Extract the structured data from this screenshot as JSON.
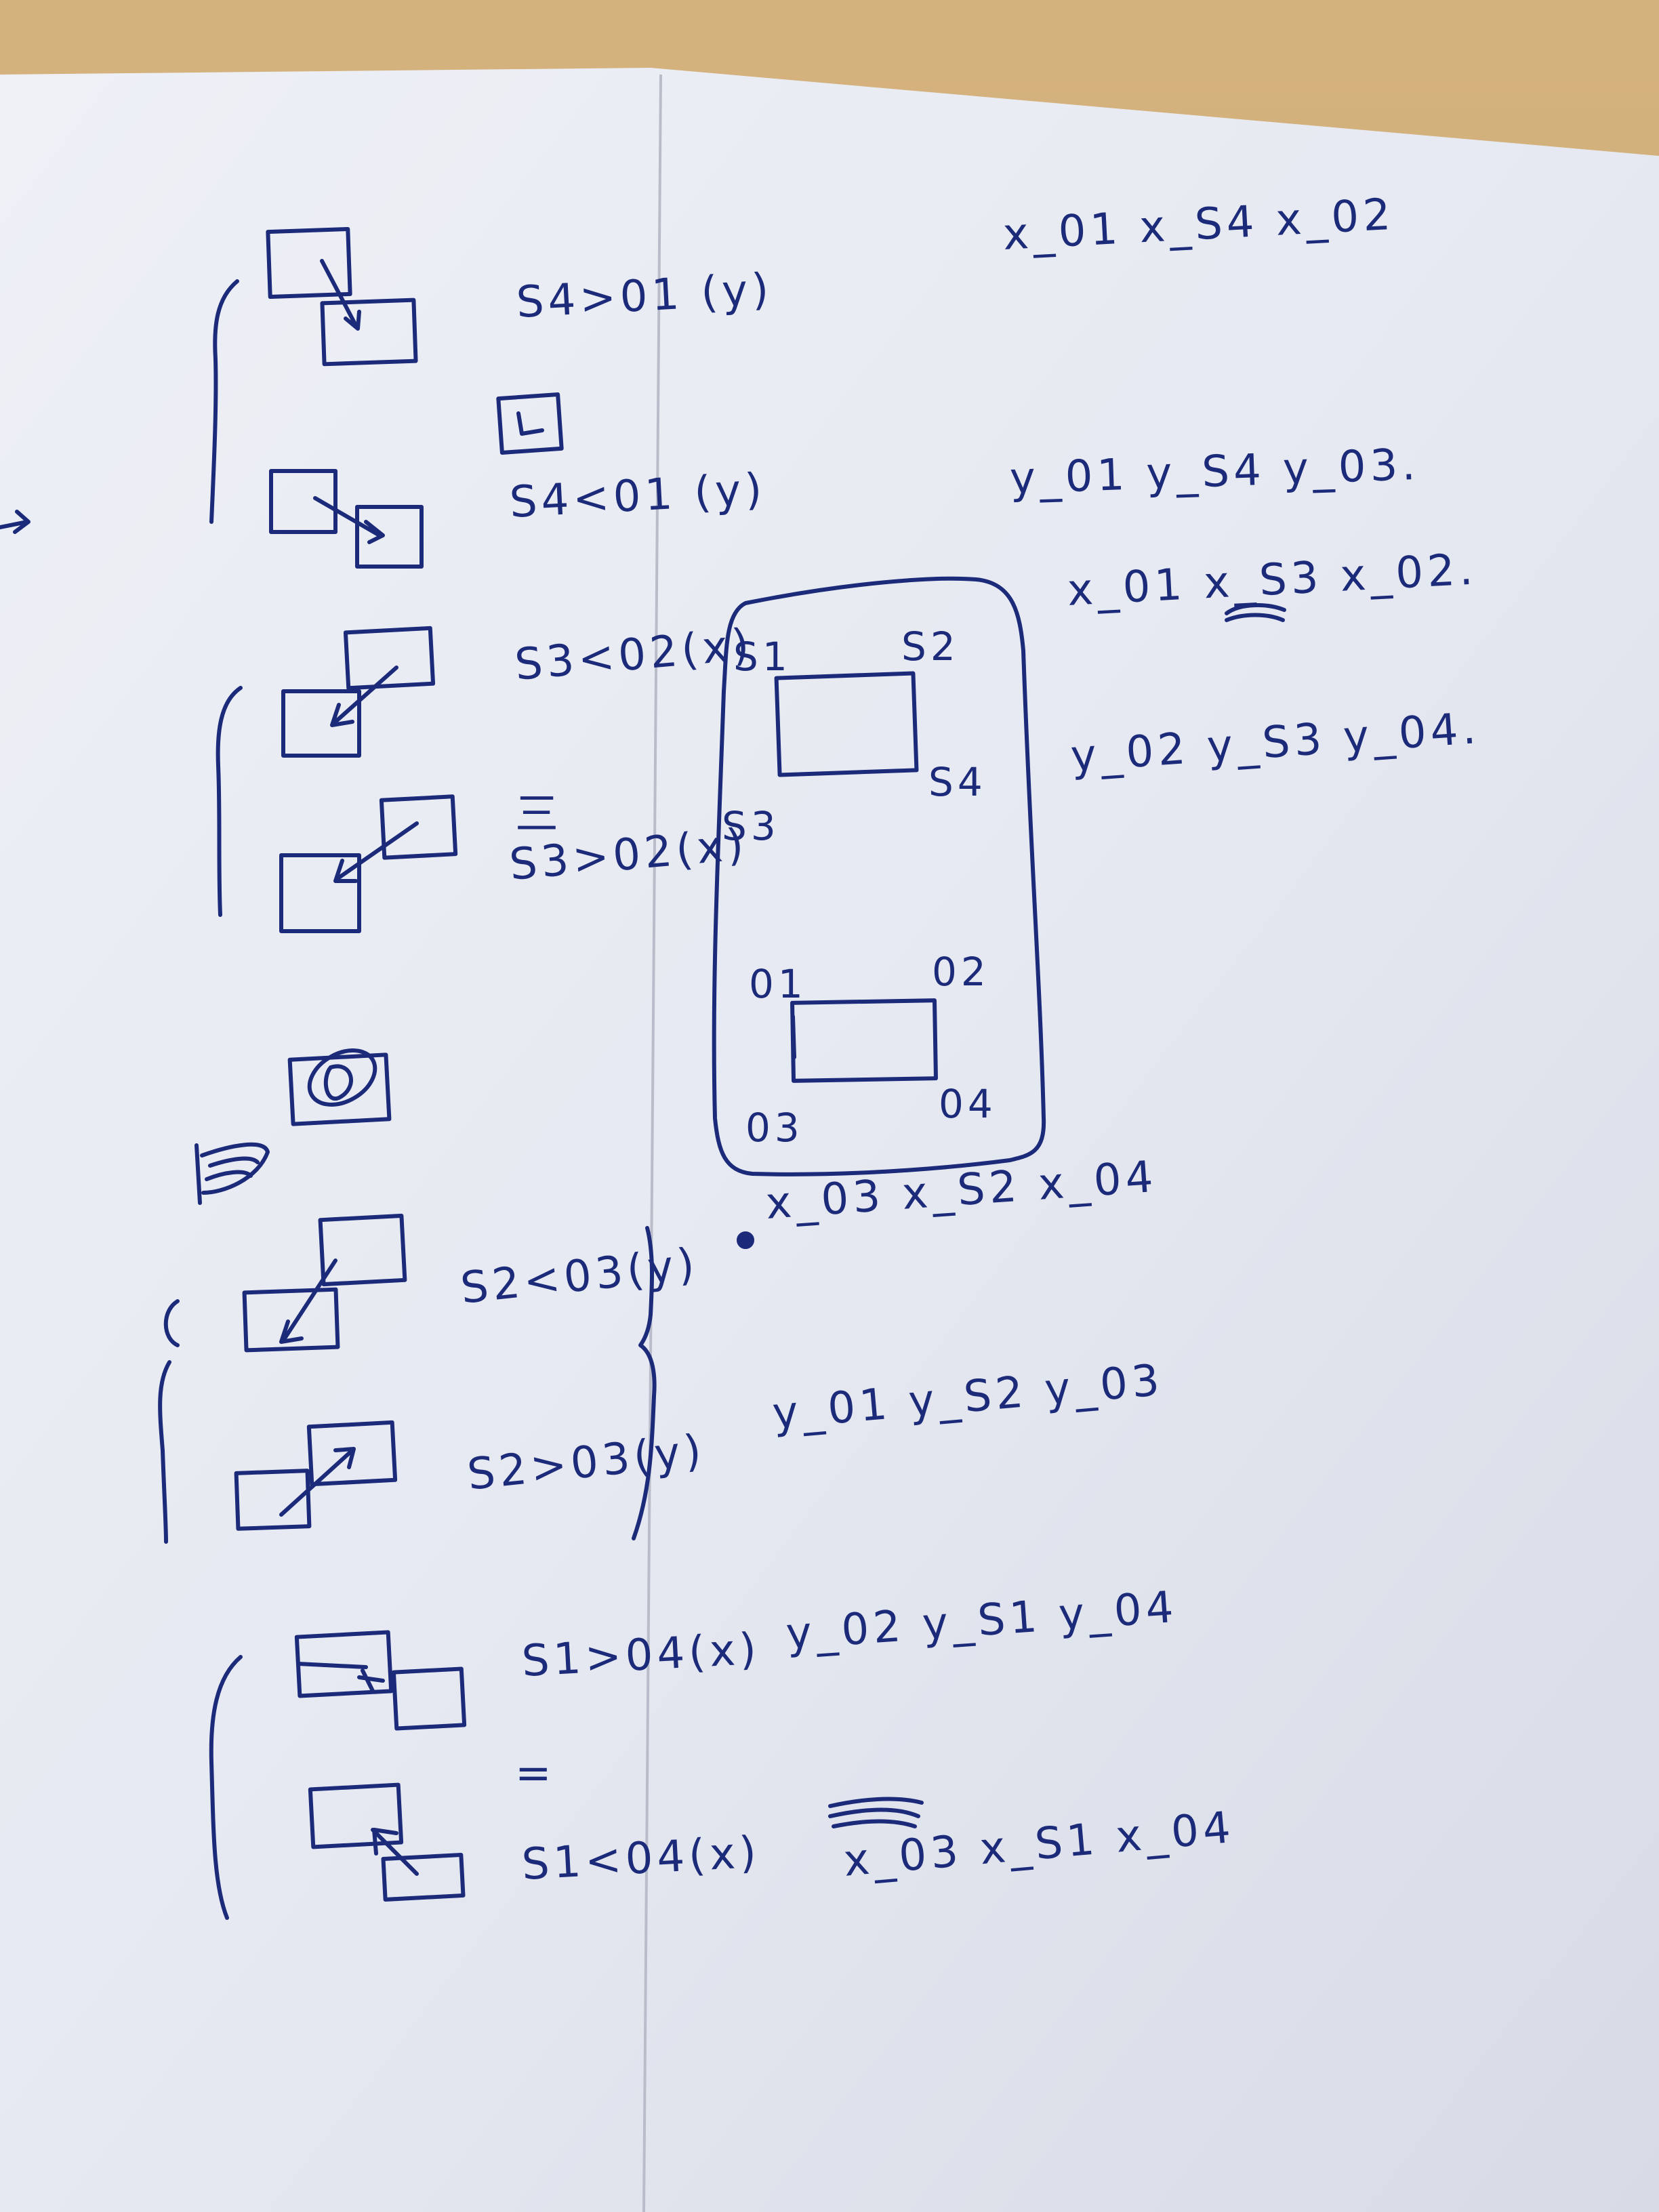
{
  "photo": {
    "subject": "handwritten notes on a sheet of paper",
    "ink_color": "#1c2a7a",
    "paper_color": "#e8ebf2",
    "desk_color": "#c9a876"
  },
  "notes": {
    "r1_vars": "x_01   x_S4   x_02",
    "r1_cond_a": "S4>01  (y)",
    "r1_cond_b": "S4<01  (y)",
    "r2_vars": "y_01   y_S4   y_03.",
    "r3_vars": "x_01   x_S3   x_02.",
    "r3_cond_a": "S3<02(x)",
    "r3_eq": "三",
    "r3_cond_b": "S3>02(x)",
    "r4_vars": "y_02   y_S3   y_04.",
    "box_s1": "S1",
    "box_s2": "S2",
    "box_s3": "S3",
    "box_s4": "S4",
    "box_o1": "01",
    "box_o2": "02",
    "box_o3": "03",
    "box_o4": "04",
    "r5_vars": "x_03   x_S2   x_04",
    "r5_cond_a": "S2<03(y)",
    "r5_cond_b": "S2>03(y)",
    "r6_vars": "y_01   y_S2   y_03",
    "r7_cond_a": "S1>04(x)",
    "r7_vars": "y_02   y_S1   y_04",
    "r7_eq": "=",
    "r7_cond_b": "S1<04(x)",
    "r8_vars": "x_03   x_S1   x_04"
  }
}
